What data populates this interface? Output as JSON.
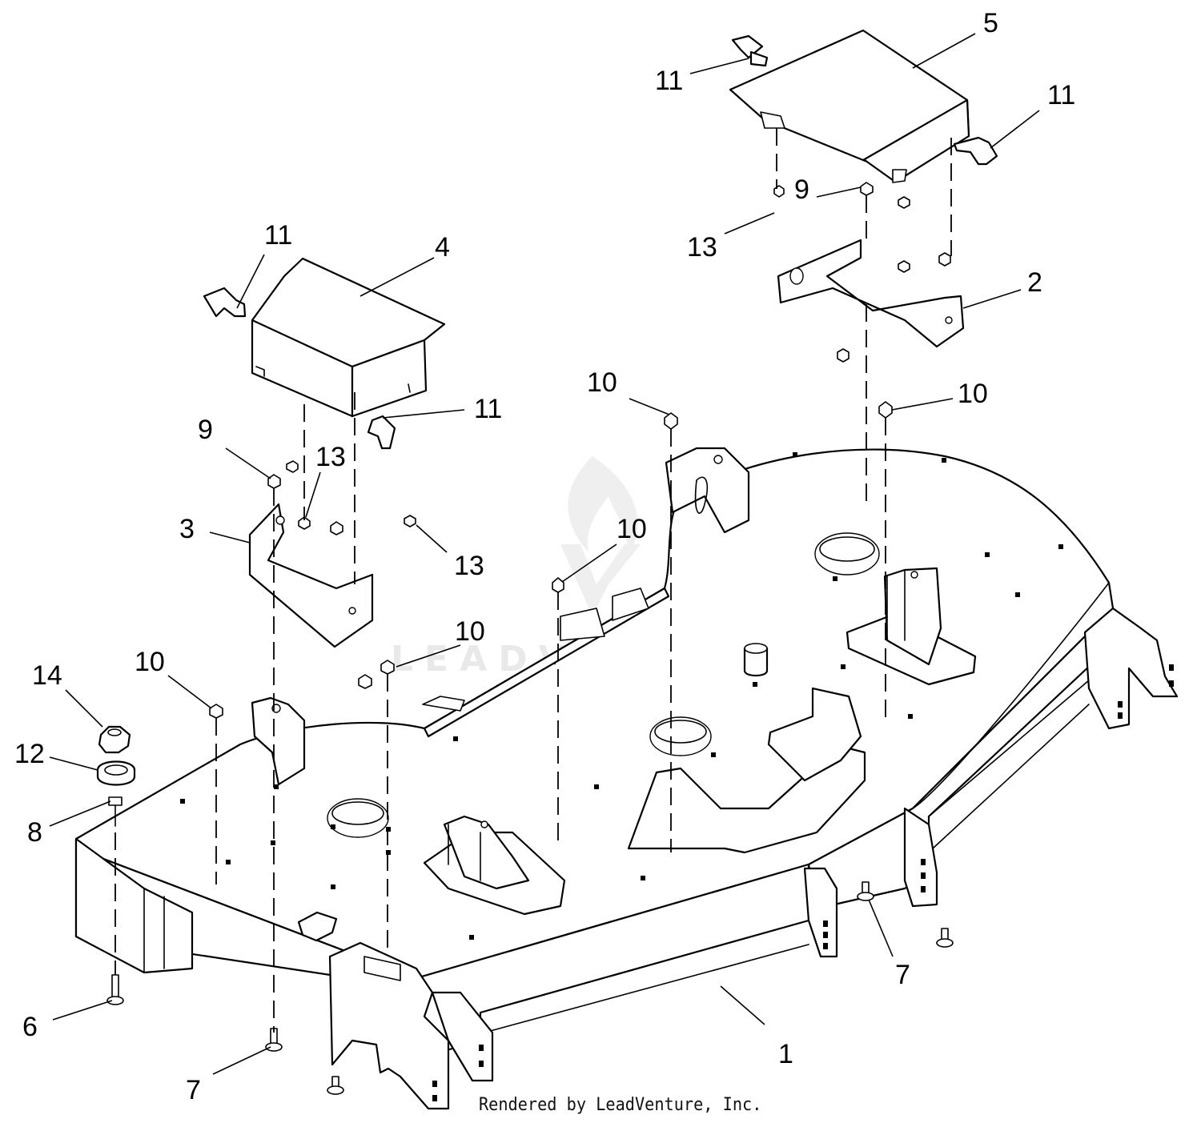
{
  "watermark": "LEADVENTURE",
  "credit": "Rendered by LeadVenture, Inc.",
  "callouts": [
    {
      "id": "c5",
      "label": "5",
      "part": "top cover (right)"
    },
    {
      "id": "c11a",
      "label": "11",
      "part": "knob"
    },
    {
      "id": "c11b",
      "label": "11",
      "part": "knob"
    },
    {
      "id": "c9a",
      "label": "9",
      "part": "nut"
    },
    {
      "id": "c13a",
      "label": "13",
      "part": "nut"
    },
    {
      "id": "c2",
      "label": "2",
      "part": "bracket (right)"
    },
    {
      "id": "c11c",
      "label": "11",
      "part": "knob"
    },
    {
      "id": "c4",
      "label": "4",
      "part": "top cover (left)"
    },
    {
      "id": "c11d",
      "label": "11",
      "part": "knob"
    },
    {
      "id": "c10a",
      "label": "10",
      "part": "bolt"
    },
    {
      "id": "c10b",
      "label": "10",
      "part": "bolt"
    },
    {
      "id": "c9b",
      "label": "9",
      "part": "nut"
    },
    {
      "id": "c13b",
      "label": "13",
      "part": "nut"
    },
    {
      "id": "c3",
      "label": "3",
      "part": "bracket (left)"
    },
    {
      "id": "c13c",
      "label": "13",
      "part": "nut"
    },
    {
      "id": "c10c",
      "label": "10",
      "part": "bolt"
    },
    {
      "id": "c10d",
      "label": "10",
      "part": "bolt"
    },
    {
      "id": "c14",
      "label": "14",
      "part": "nut"
    },
    {
      "id": "c10e",
      "label": "10",
      "part": "bolt"
    },
    {
      "id": "c12",
      "label": "12",
      "part": "roller"
    },
    {
      "id": "c8",
      "label": "8",
      "part": "spacer"
    },
    {
      "id": "c6",
      "label": "6",
      "part": "bolt"
    },
    {
      "id": "c7a",
      "label": "7",
      "part": "screw"
    },
    {
      "id": "c7b",
      "label": "7",
      "part": "screw"
    },
    {
      "id": "c1",
      "label": "1",
      "part": "deck"
    }
  ]
}
